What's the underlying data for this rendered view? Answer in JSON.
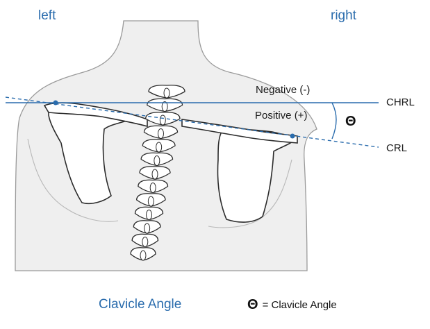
{
  "labels": {
    "left": "left",
    "right": "right",
    "negative": "Negative (-)",
    "positive": "Positive (+)",
    "chrl": "CHRL",
    "crl": "CRL",
    "angle_symbol": "Θ"
  },
  "caption": {
    "title": "Clavicle Angle",
    "legend_symbol": "Θ",
    "legend_text": "= Clavicle Angle"
  },
  "colors": {
    "accent": "#2a6cad",
    "body_fill": "#efefef",
    "outline": "#9a9a9a",
    "bone_fill": "#ffffff",
    "bone_stroke": "#2b2b2b",
    "text": "#1a1a1a"
  }
}
